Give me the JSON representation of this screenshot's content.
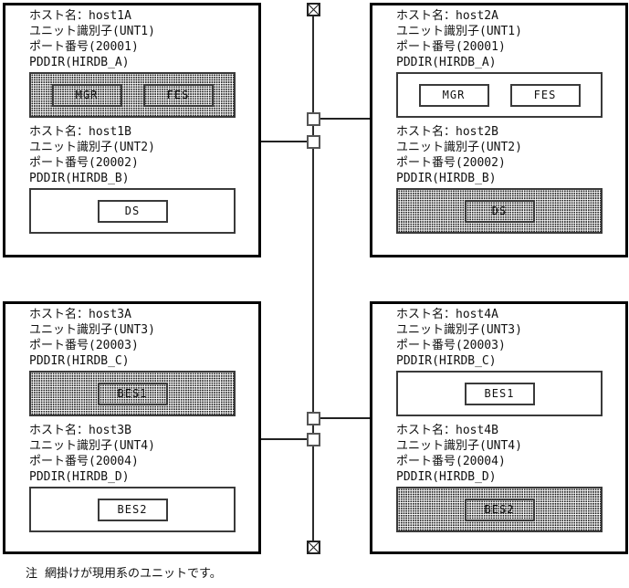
{
  "boxes": [
    {
      "name": "host1",
      "sections": [
        {
          "host_line": "ホスト名：host1A",
          "unit_line": "ユニット識別子(UNT1)",
          "port_line": "ポート番号(20001)",
          "pddir_line": "PDDIR(HIRDB_A)",
          "active": true,
          "processes": [
            "MGR",
            "FES"
          ]
        },
        {
          "host_line": "ホスト名：host1B",
          "unit_line": "ユニット識別子(UNT2)",
          "port_line": "ポート番号(20002)",
          "pddir_line": "PDDIR(HIRDB_B)",
          "active": false,
          "processes": [
            "DS"
          ]
        }
      ]
    },
    {
      "name": "host2",
      "sections": [
        {
          "host_line": "ホスト名：host2A",
          "unit_line": "ユニット識別子(UNT1)",
          "port_line": "ポート番号(20001)",
          "pddir_line": "PDDIR(HIRDB_A)",
          "active": false,
          "processes": [
            "MGR",
            "FES"
          ]
        },
        {
          "host_line": "ホスト名：host2B",
          "unit_line": "ユニット識別子(UNT2)",
          "port_line": "ポート番号(20002)",
          "pddir_line": "PDDIR(HIRDB_B)",
          "active": true,
          "processes": [
            "DS"
          ]
        }
      ]
    },
    {
      "name": "host3",
      "sections": [
        {
          "host_line": "ホスト名：host3A",
          "unit_line": "ユニット識別子(UNT3)",
          "port_line": "ポート番号(20003)",
          "pddir_line": "PDDIR(HIRDB_C)",
          "active": true,
          "processes": [
            "BES1"
          ]
        },
        {
          "host_line": "ホスト名：host3B",
          "unit_line": "ユニット識別子(UNT4)",
          "port_line": "ポート番号(20004)",
          "pddir_line": "PDDIR(HIRDB_D)",
          "active": false,
          "processes": [
            "BES2"
          ]
        }
      ]
    },
    {
      "name": "host4",
      "sections": [
        {
          "host_line": "ホスト名：host4A",
          "unit_line": "ユニット識別子(UNT3)",
          "port_line": "ポート番号(20003)",
          "pddir_line": "PDDIR(HIRDB_C)",
          "active": false,
          "processes": [
            "BES1"
          ]
        },
        {
          "host_line": "ホスト名：host4B",
          "unit_line": "ユニット識別子(UNT4)",
          "port_line": "ポート番号(20004)",
          "pddir_line": "PDDIR(HIRDB_D)",
          "active": true,
          "processes": [
            "BES2"
          ]
        }
      ]
    }
  ],
  "network": {
    "top_terminator_icon": "x-square",
    "bottom_terminator_icon": "x-square"
  },
  "note": {
    "label": "注",
    "text": "網掛けが現用系のユニットです。"
  },
  "colors": {
    "outline": "#000000",
    "background": "#ffffff",
    "shading_dots": "#151515"
  }
}
